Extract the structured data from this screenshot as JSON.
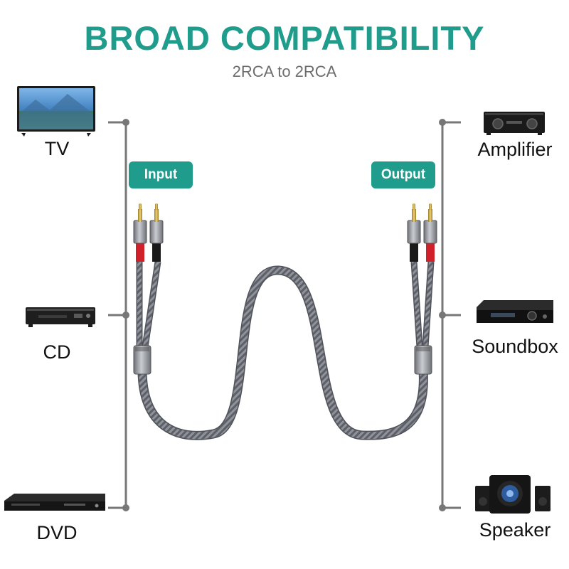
{
  "title": "BROAD COMPATIBILITY",
  "subtitle": "2RCA to 2RCA",
  "badges": {
    "input": "Input",
    "output": "Output"
  },
  "left_devices": [
    {
      "label": "TV",
      "icon": "tv-icon"
    },
    {
      "label": "CD",
      "icon": "cd-player-icon"
    },
    {
      "label": "DVD",
      "icon": "dvd-player-icon"
    }
  ],
  "right_devices": [
    {
      "label": "Amplifier",
      "icon": "amplifier-icon"
    },
    {
      "label": "Soundbox",
      "icon": "soundbox-icon"
    },
    {
      "label": "Speaker",
      "icon": "speaker-icon"
    }
  ],
  "colors": {
    "accent": "#1f9c8c",
    "line": "#777777",
    "cable": "#8a8c93",
    "plug_red": "#d0202a",
    "plug_gold": "#c8a640"
  }
}
